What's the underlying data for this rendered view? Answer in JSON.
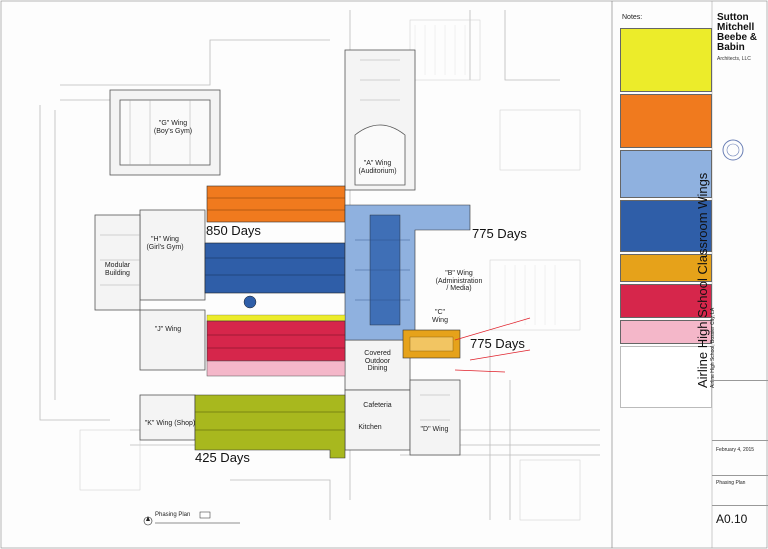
{
  "notes": {
    "title": "Notes:"
  },
  "firm": {
    "name_lines": [
      "Sutton",
      "Mitchell",
      "Beebe &",
      "Babin"
    ],
    "subtitle": "Architects, LLC"
  },
  "project": {
    "title": "Airline High School Classroom Wings",
    "subtitle": "Airline High School, Bossier City, LA"
  },
  "titleblock": {
    "date": "February 4, 2015",
    "sheet_title": "Phasing Plan",
    "sheet_number": "A0.10"
  },
  "plan": {
    "phasing_label": "Phasing Plan",
    "wings": {
      "g": "\"G\" Wing\n(Boy's Gym)",
      "a": "\"A\" Wing\n(Auditorium)",
      "h": "\"H\" Wing\n(Girl's Gym)",
      "modular": "Modular\nBuilding",
      "b": "\"B\" Wing\n(Administration\n/ Media)",
      "j": "\"J\" Wing",
      "c": "\"C\"\nWing",
      "covered": "Covered\nOutdoor\nDining",
      "cafeteria": "Cafeteria",
      "kitchen": "Kitchen",
      "k": "\"K\" Wing (Shop)",
      "d": "\"D\" Wing"
    },
    "durations": {
      "blue_west": "850 Days",
      "blue_east": "775 Days",
      "orange_small": "775 Days",
      "green": "425 Days"
    }
  },
  "colors": {
    "orange": "#f07a1e",
    "blue": "#2f5ea8",
    "light_blue": "#8fb1df",
    "red": "#d6264b",
    "pink": "#f4b7c9",
    "green": "#a8b81e",
    "gold": "#e6a21a",
    "yellow": "#ecec2a"
  }
}
